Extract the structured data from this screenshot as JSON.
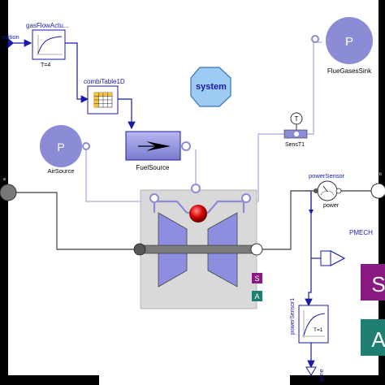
{
  "labels": {
    "position_input": "osition",
    "gas_flow_actuator": "gasFlowActu...",
    "gas_flow_param": "T=4",
    "combi_table": "combiTable1D",
    "system": "system",
    "flue_gases_sink": "FlueGasesSink",
    "flue_gases_sink_symbol": "P",
    "air_source": "AirSource",
    "air_source_symbol": "P",
    "fuel_source": "FuelSource",
    "temp_sensor": "SensT1",
    "temp_sensor_symbol": "T",
    "power_sensor": "powerSensor",
    "power_sensor_sub": "power",
    "pmech": "PMECH",
    "power_sensor1": "powerSensor1",
    "power_sensor1_param": "T=1",
    "gen_output": "gene",
    "badge_s": "S",
    "badge_a": "A",
    "big_s": "S",
    "big_a": "A",
    "left_port_tag": "a",
    "right_port_tag": "b"
  },
  "colors": {
    "background": "#ffffff",
    "frame": "#000000",
    "fluid_port": "#8b8bd6",
    "fluid_line": "#b7b7e8",
    "signal_blue": "#1a1aa8",
    "mech_gray": "#5a5a5a",
    "purple_badge": "#8a1a82",
    "teal_badge": "#1f7f72",
    "system_fill": "#9ecbf3",
    "system_stroke": "#3b72b8",
    "turbine_box": "#d9d9d9",
    "turbine_fill": "#8e8ee0",
    "red_ball": "#d40000",
    "sensor_green": "#1a8a6a"
  }
}
